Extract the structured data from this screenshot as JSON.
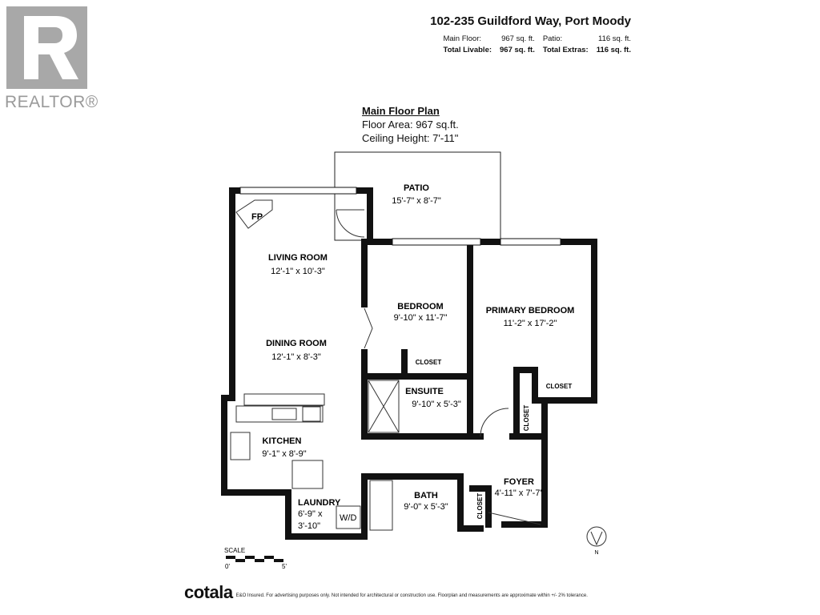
{
  "brand": {
    "realtor_logo": "REALTOR®",
    "footer_logo": "cotala",
    "disclaimer": "E&O Insured. For advertising purposes only. Not intended for architectural or construction use. Floorplan and measurements are approximate within +/- 2% tolerance."
  },
  "header": {
    "address": "102-235 Guildford Way, Port Moody",
    "main_floor_label": "Main Floor:",
    "main_floor_value": "967 sq. ft.",
    "patio_label": "Patio:",
    "patio_value": "116 sq. ft.",
    "total_livable_label": "Total Livable:",
    "total_livable_value": "967 sq. ft.",
    "total_extras_label": "Total Extras:",
    "total_extras_value": "116 sq. ft."
  },
  "plan": {
    "title": "Main Floor Plan",
    "floor_area": "Floor Area: 967 sq.ft.",
    "ceiling_height": "Ceiling Height: 7'-11\""
  },
  "rooms": {
    "patio": {
      "name": "PATIO",
      "dims": "15'-7\" x 8'-7\""
    },
    "fp": "FP",
    "living": {
      "name": "LIVING ROOM",
      "dims": "12'-1\" x 10'-3\""
    },
    "dining": {
      "name": "DINING ROOM",
      "dims": "12'-1\" x 8'-3\""
    },
    "bedroom": {
      "name": "BEDROOM",
      "dims": "9'-10\" x 11'-7\""
    },
    "primary": {
      "name": "PRIMARY BEDROOM",
      "dims": "11'-2\" x 17'-2\""
    },
    "ensuite": {
      "name": "ENSUITE",
      "dims": "9'-10\" x 5'-3\""
    },
    "kitchen": {
      "name": "KITCHEN",
      "dims": "9'-1\" x 8'-9\""
    },
    "laundry": {
      "name": "LAUNDRY",
      "dims1": "6'-9\" x",
      "dims2": "3'-10\"",
      "wd": "W/D"
    },
    "bath": {
      "name": "BATH",
      "dims": "9'-0\" x 5'-3\""
    },
    "foyer": {
      "name": "FOYER",
      "dims": "4'-11\" x 7'-7\""
    },
    "closet": "CLOSET"
  },
  "scale": {
    "label": "SCALE",
    "start": "0'",
    "end": "5'"
  },
  "compass": "N"
}
